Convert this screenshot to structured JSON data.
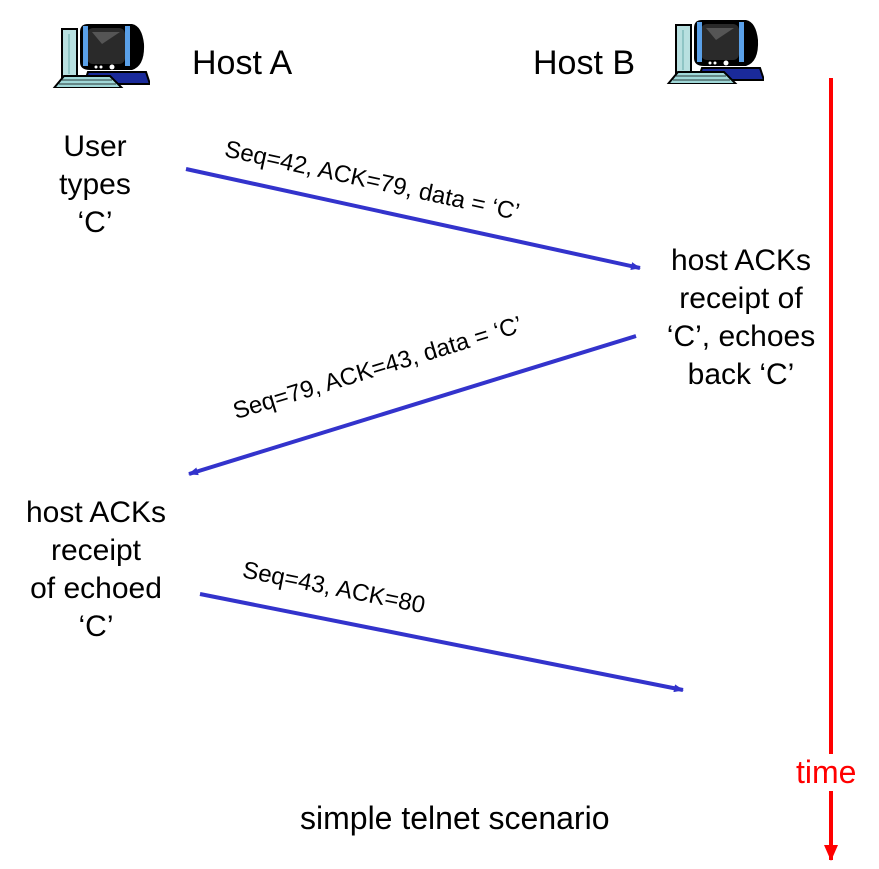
{
  "diagram": {
    "caption": "simple telnet scenario",
    "time_label": "time",
    "colors": {
      "message_arrow": "#3333cc",
      "time_axis": "#ff0000"
    },
    "hosts": [
      {
        "id": "A",
        "label": "Host A",
        "icon": "computer-icon"
      },
      {
        "id": "B",
        "label": "Host B",
        "icon": "computer-icon"
      }
    ],
    "notes": [
      {
        "side": "A",
        "lines": [
          "User",
          "types",
          "‘C’"
        ]
      },
      {
        "side": "B",
        "lines": [
          "host ACKs",
          "receipt of",
          "‘C’, echoes",
          "back ‘C’"
        ]
      },
      {
        "side": "A",
        "lines": [
          "host ACKs",
          "receipt",
          "of echoed",
          "‘C’"
        ]
      }
    ],
    "messages": [
      {
        "from": "A",
        "to": "B",
        "label": "Seq=42, ACK=79, data = ‘C’"
      },
      {
        "from": "B",
        "to": "A",
        "label": "Seq=79, ACK=43, data = ‘C’"
      },
      {
        "from": "A",
        "to": "B",
        "label": "Seq=43, ACK=80"
      }
    ]
  }
}
